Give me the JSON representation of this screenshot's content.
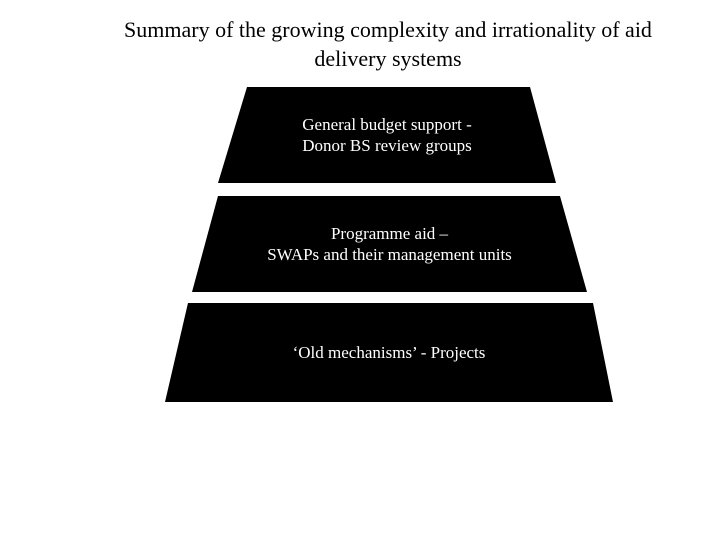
{
  "title": {
    "line1": "Summary of the growing complexity and irrationality of aid",
    "line2": "delivery systems"
  },
  "pyramid": {
    "levels": [
      {
        "line1": "General budget support -",
        "line2": "Donor BS review groups"
      },
      {
        "line1": "Programme aid –",
        "line2": "SWAPs and their management units"
      },
      {
        "line1": "‘Old mechanisms’ - Projects"
      }
    ]
  },
  "colors": {
    "background": "#ffffff",
    "level_fill": "#000000",
    "level_text": "#ffffff",
    "title_text": "#000000"
  }
}
